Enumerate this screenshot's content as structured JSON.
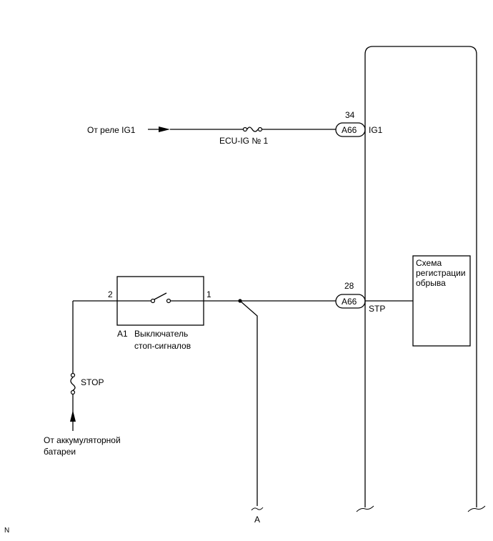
{
  "ig1_source": {
    "label": "От реле IG1"
  },
  "fuse_ecu": {
    "label": "ECU-IG № 1"
  },
  "connector_top": {
    "pin": "34",
    "code": "A66",
    "terminal": "IG1"
  },
  "connector_stp": {
    "pin": "28",
    "code": "A66",
    "terminal": "STP"
  },
  "detect_circuit": {
    "lines": [
      "Схема",
      "регистрации",
      "обрыва"
    ]
  },
  "stop_switch": {
    "pin_left": "2",
    "pin_right": "1",
    "code": "A1",
    "label_line1": "Выключатель",
    "label_line2": "стоп-сигналов"
  },
  "fuse_stop": {
    "label": "STOP"
  },
  "battery_source": {
    "line1": "От аккумуляторной",
    "line2": "батареи"
  },
  "branch": {
    "label": "A"
  },
  "corner_mark": "N"
}
